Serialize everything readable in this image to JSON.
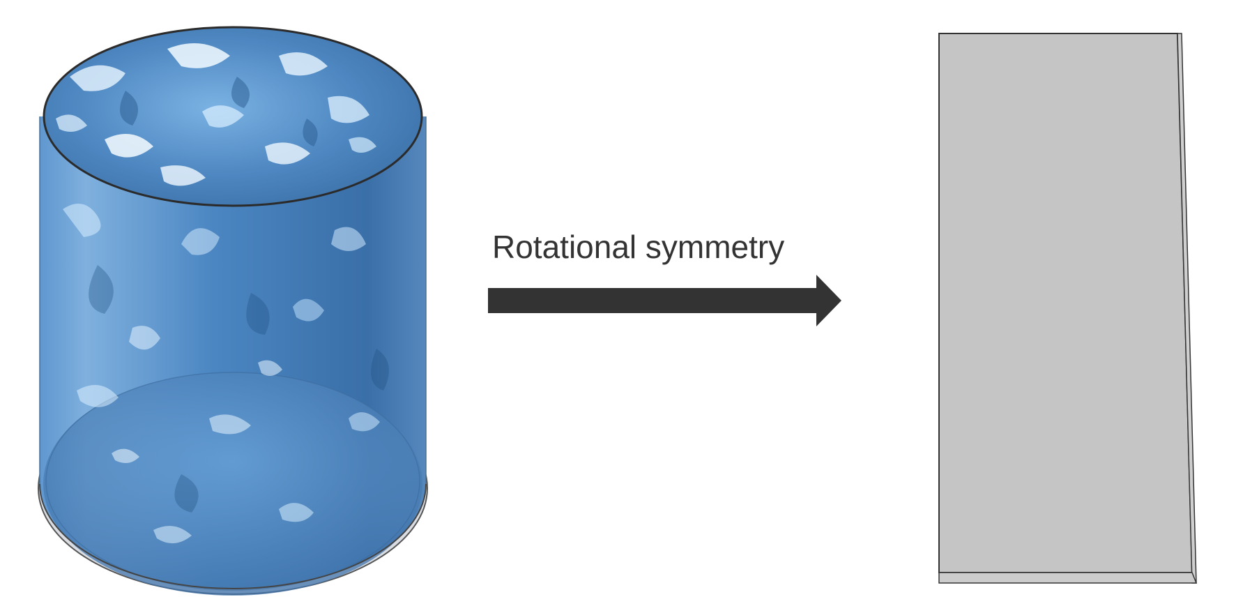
{
  "diagram": {
    "arrow_label": "Rotational symmetry",
    "colors": {
      "water": "#4a86c4",
      "water_dark": "#2f5f93",
      "water_light": "#a9d1f2",
      "arrow": "#333333",
      "cross_section_fill": "#c5c5c5",
      "outline": "#333333"
    },
    "elements": {
      "left": "3D cylinder of water (full geometry)",
      "middle": "arrow",
      "right": "2D axisymmetric cross-section"
    }
  }
}
